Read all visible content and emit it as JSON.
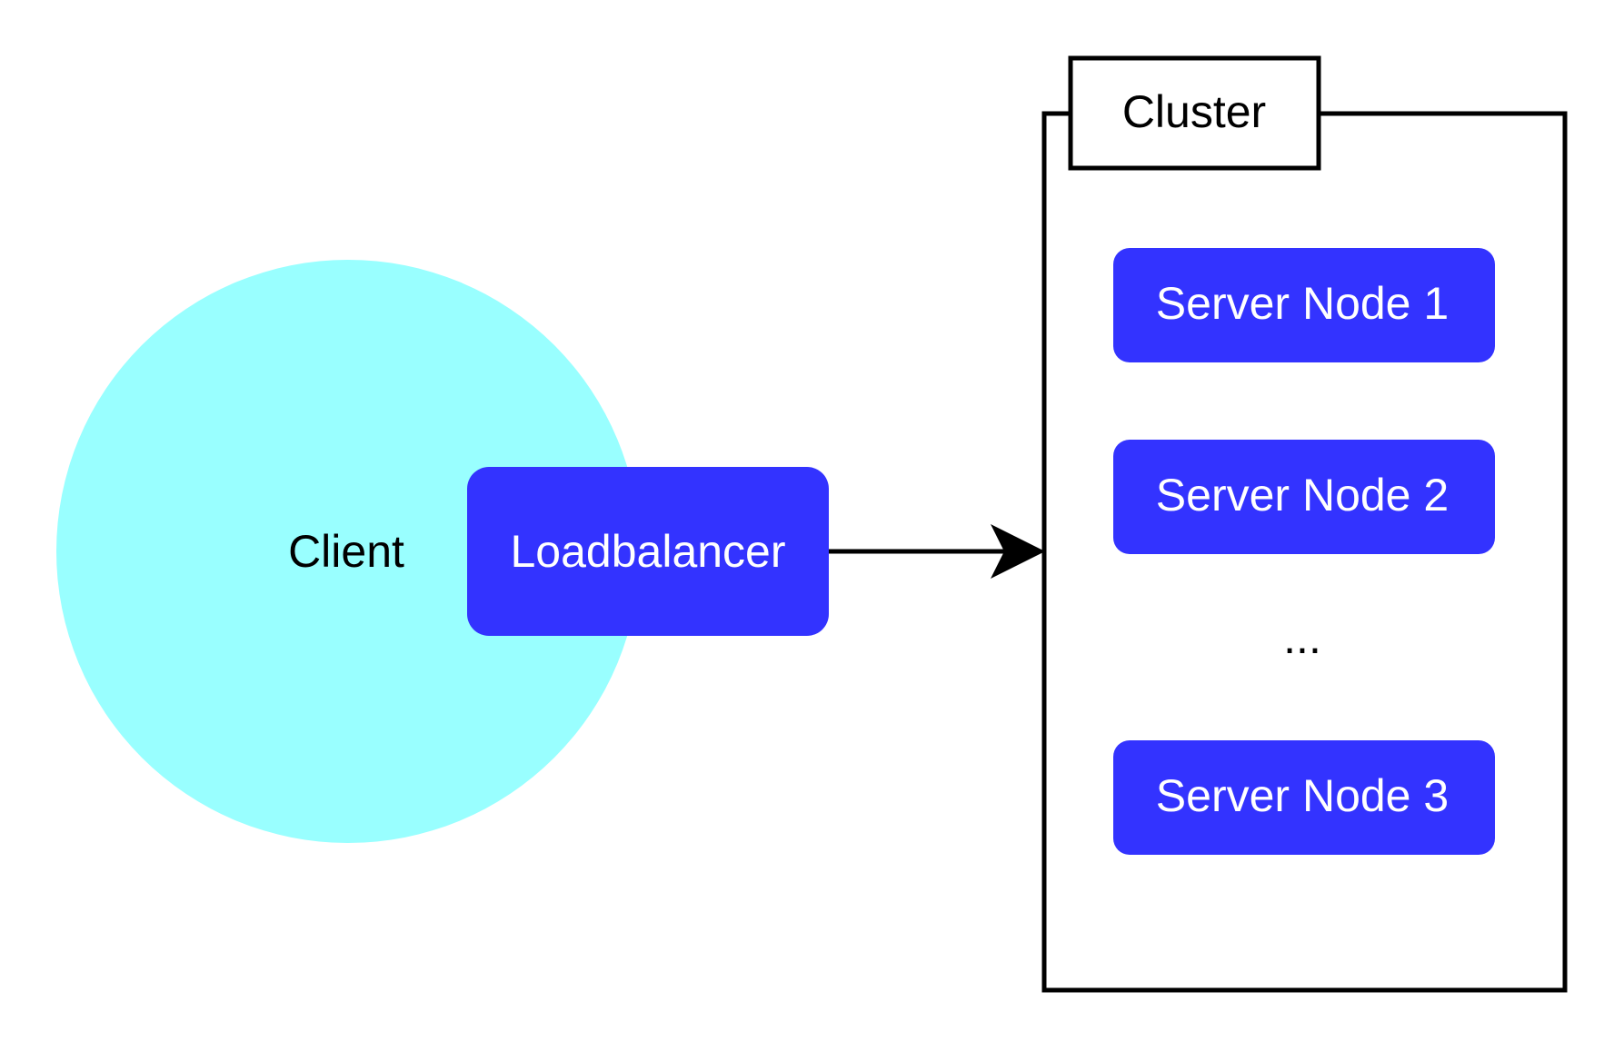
{
  "colors": {
    "client_fill": "#99FFFF",
    "node_fill": "#3333FF",
    "node_text": "#FFFFFF",
    "stroke": "#000000"
  },
  "client": {
    "label": "Client"
  },
  "loadbalancer": {
    "label": "Loadbalancer"
  },
  "cluster": {
    "label": "Cluster",
    "nodes": [
      {
        "label": "Server Node 1"
      },
      {
        "label": "Server Node 2"
      },
      {
        "label": "Server Node 3"
      }
    ],
    "ellipsis": "..."
  },
  "edges": [
    {
      "from": "Loadbalancer",
      "to": "Cluster"
    }
  ]
}
